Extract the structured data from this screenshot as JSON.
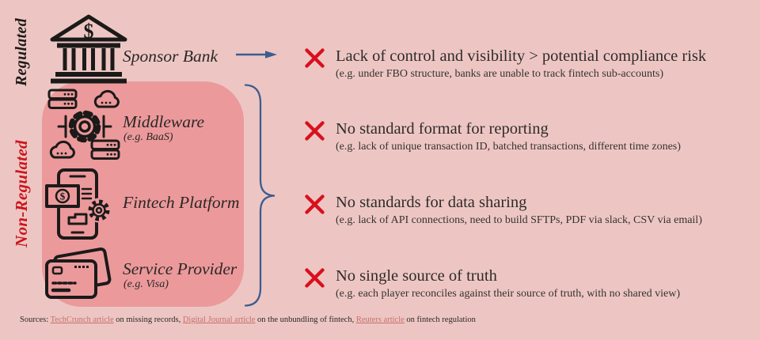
{
  "palette": {
    "background": "#edc6c3",
    "box_pink": "#ec999b",
    "ink": "#1b1a19",
    "red_accent": "#d8101e",
    "non_regulated_red": "#cb151d",
    "blue_accent": "#3d5c90",
    "link_color": "#c76f6b"
  },
  "groups": {
    "regulated_label": "Regulated",
    "non_regulated_label": "Non-Regulated"
  },
  "entities": [
    {
      "name": "Sponsor Bank",
      "sub": "",
      "icon": "bank-icon"
    },
    {
      "name": "Middleware",
      "sub": "(e.g. BaaS)",
      "icon": "middleware-icon"
    },
    {
      "name": "Fintech Platform",
      "sub": "",
      "icon": "fintech-platform-icon"
    },
    {
      "name": "Service Provider",
      "sub": "(e.g. Visa)",
      "icon": "credit-cards-icon"
    }
  ],
  "issues": [
    {
      "title": "Lack of control and visibility > potential compliance risk",
      "detail": "(e.g. under FBO structure, banks are unable to track fintech sub-accounts)"
    },
    {
      "title": "No standard format for reporting",
      "detail": "(e.g. lack of unique transaction ID, batched transactions, different time zones)"
    },
    {
      "title": "No standards for data sharing",
      "detail": "(e.g. lack of API connections, need to build SFTPs, PDF via slack, CSV via email)"
    },
    {
      "title": "No single source of truth",
      "detail": "(e.g. each player reconciles against their source of truth, with no shared view)"
    }
  ],
  "sources": {
    "prefix": "Sources: ",
    "segments": [
      {
        "link": "TechCrunch article",
        "after": " on missing records, "
      },
      {
        "link": "Digital Journal article",
        "after": " on the unbundling of fintech, "
      },
      {
        "link": "Reuters article",
        "after": " on fintech regulation"
      }
    ]
  }
}
